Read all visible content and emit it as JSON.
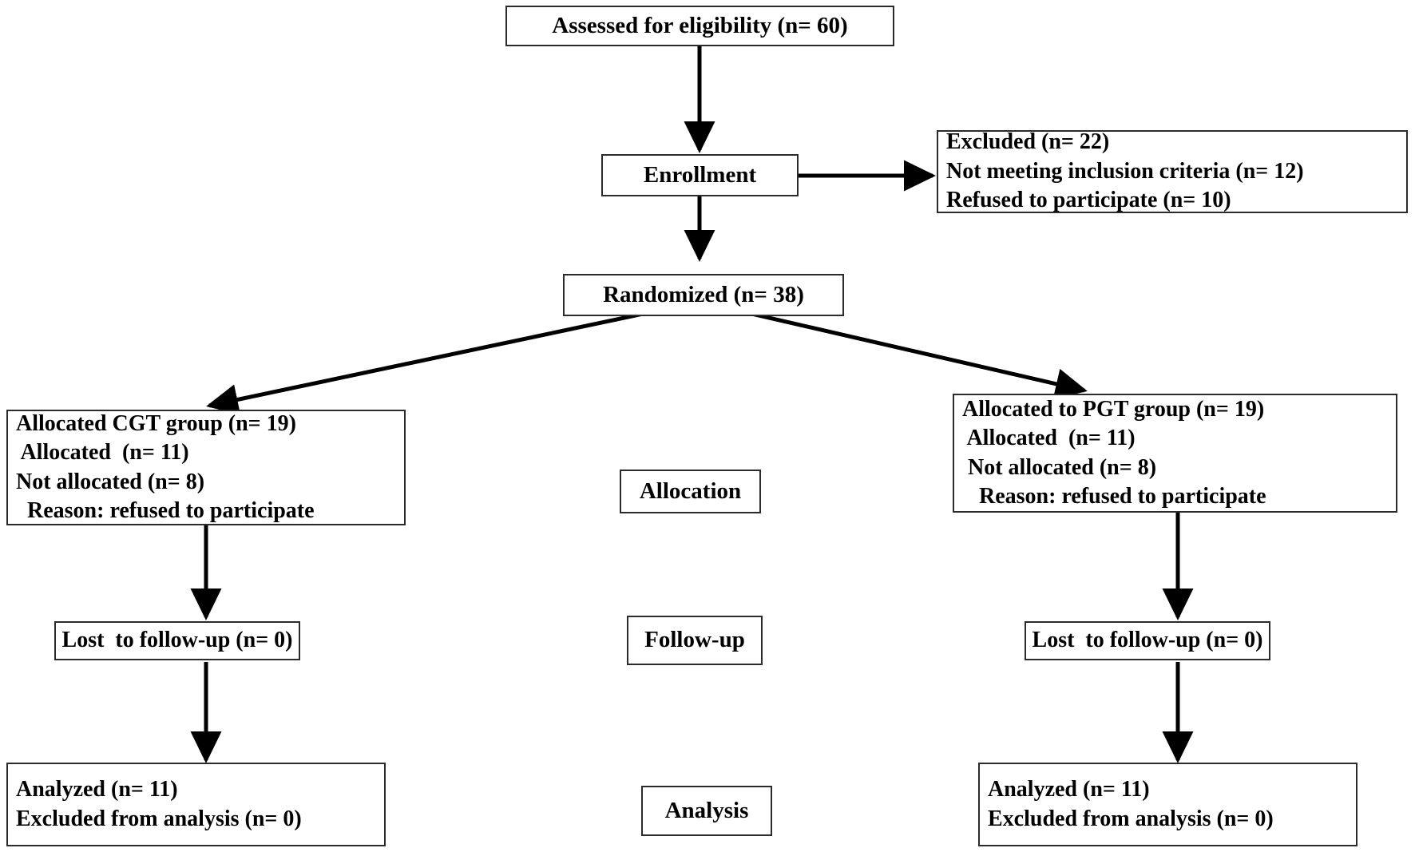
{
  "diagram": {
    "title": "CONSORT participant flow diagram",
    "font_color": "#000000",
    "border_color": "#2b2b2b",
    "background": "#ffffff"
  },
  "boxes": {
    "assessed": {
      "label": "Assessed for eligibility (n= 60)"
    },
    "enrollment": {
      "label": "Enrollment"
    },
    "excluded": {
      "line1": "Excluded (n= 22)",
      "line2": "Not meeting inclusion criteria (n= 12)",
      "line3": "Refused to participate (n= 10)"
    },
    "randomized": {
      "label": "Randomized (n= 38)"
    },
    "cgt_allocated": {
      "line1": "Allocated CGT group (n= 19)",
      "line2": " Allocated  (n= 11)",
      "line3": "Not allocated (n= 8)",
      "line4": "  Reason: refused to participate"
    },
    "pgt_allocated": {
      "line1": "Allocated to PGT group (n= 19)",
      "line2": " Allocated  (n= 11)",
      "line3": " Not allocated (n= 8)",
      "line4": "   Reason: refused to participate"
    },
    "allocation_label": {
      "label": "Allocation"
    },
    "followup_label": {
      "label": "Follow-up"
    },
    "analysis_label": {
      "label": "Analysis"
    },
    "cgt_lost": {
      "label": "Lost  to follow-up (n= 0)"
    },
    "pgt_lost": {
      "label": "Lost  to follow-up (n= 0)"
    },
    "cgt_analyzed": {
      "line1": "Analyzed (n= 11)",
      "line2": "Excluded from analysis (n= 0)"
    },
    "pgt_analyzed": {
      "line1": "Analyzed (n= 11)",
      "line2": "Excluded from analysis (n= 0)"
    }
  },
  "flow": {
    "assessed_n": 60,
    "excluded_n": 22,
    "not_meeting_criteria_n": 12,
    "refused_n": 10,
    "randomized_n": 38,
    "cgt_allocated_n": 19,
    "cgt_received_n": 11,
    "cgt_not_allocated_n": 8,
    "pgt_allocated_n": 19,
    "pgt_received_n": 11,
    "pgt_not_allocated_n": 8,
    "cgt_lost_n": 0,
    "pgt_lost_n": 0,
    "cgt_analyzed_n": 11,
    "cgt_excluded_analysis_n": 0,
    "pgt_analyzed_n": 11,
    "pgt_excluded_analysis_n": 0
  }
}
